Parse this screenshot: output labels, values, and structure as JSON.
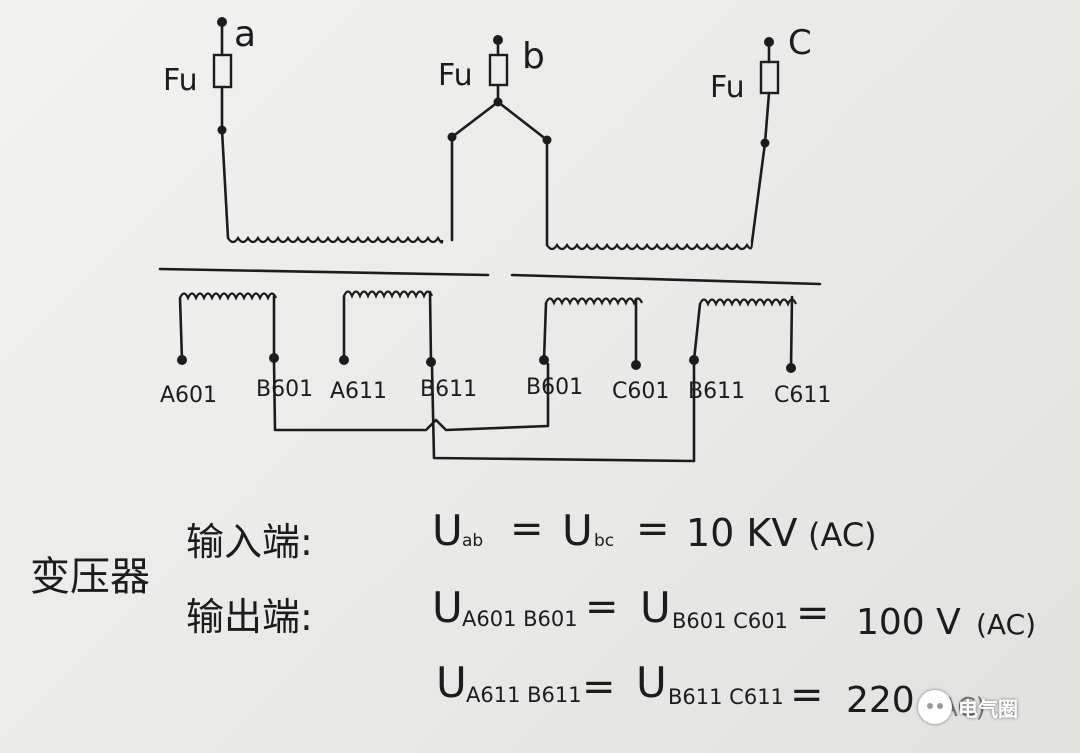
{
  "diagram": {
    "fuse_label": "Fu",
    "terminals": {
      "a": "a",
      "b": "b",
      "c": "C"
    },
    "secondary_terminals": [
      "A601",
      "B601",
      "A611",
      "B611",
      "B601",
      "C601",
      "B611",
      "C611"
    ]
  },
  "notes": {
    "device": "变压器",
    "input_label": "输入端:",
    "input_equation": {
      "u1": "U",
      "u1_sub": "ab",
      "eq1": "=",
      "u2": "U",
      "u2_sub": "bc",
      "eq2": "=",
      "value": "10 KV",
      "type": "(AC)"
    },
    "output_label": "输出端:",
    "output_equation_1": {
      "u1": "U",
      "u1_sub": "A601 B601",
      "eq1": "=",
      "u2": "U",
      "u2_sub": "B601 C601",
      "eq2": "=",
      "value": "100 V",
      "type": "(AC)"
    },
    "output_equation_2": {
      "u1": "U",
      "u1_sub": "A611 B611",
      "eq1": "=",
      "u2": "U",
      "u2_sub": "B611 C611",
      "eq2": "=",
      "value": "220",
      "type": "(AC)"
    }
  },
  "watermark": {
    "icon": "wechat-icon",
    "text": "电气圈"
  }
}
